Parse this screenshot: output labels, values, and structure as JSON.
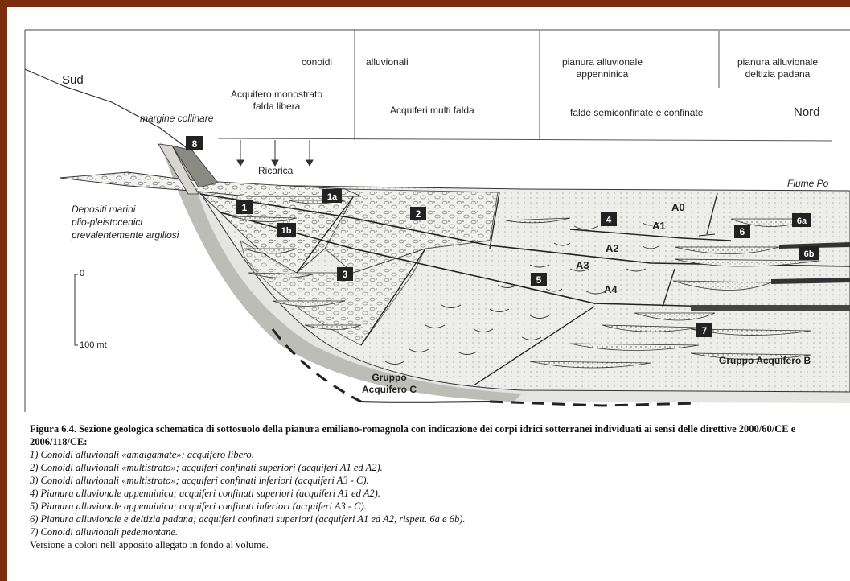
{
  "diagram": {
    "top_labels": {
      "sud": "Sud",
      "nord": "Nord",
      "conoidi": "conoidi",
      "alluvionali": "alluvionali",
      "pianura_app_1": "pianura alluvionale",
      "pianura_app_2": "appenninica",
      "pianura_delt_1": "pianura alluvionale",
      "pianura_delt_2": "deltizia padana",
      "acq_mono_1": "Acquifero monostrato",
      "acq_mono_2": "falda libera",
      "acq_multi": "Acquiferi multi falda",
      "falde": "falde semiconfinate e confinate",
      "margine": "margine collinare",
      "ricarica": "Ricarica",
      "fiume": "Fiume Po",
      "depositi_1": "Depositi marini",
      "depositi_2": "plio-pleistocenici",
      "depositi_3": "prevalentemente argillosi",
      "scale_0": "0",
      "scale_100": "100 mt",
      "gruppo_c_1": "Gruppo",
      "gruppo_c_2": "Acquifero C",
      "gruppo_b": "Gruppo Acquifero B"
    },
    "boxes": {
      "b8": "8",
      "b1": "1",
      "b1a": "1a",
      "b1b": "1b",
      "b2": "2",
      "b3": "3",
      "b4": "4",
      "b5": "5",
      "b6": "6",
      "b6a": "6a",
      "b6b": "6b",
      "b7": "7"
    },
    "aquifers": {
      "a0": "A0",
      "a1": "A1",
      "a2": "A2",
      "a3": "A3",
      "a4": "A4"
    }
  },
  "caption": {
    "title": "Figura 6.4. Sezione geologica schematica di sottosuolo della pianura emiliano-romagnola con indicazione dei corpi idrici sotterranei individuati ai sensi delle direttive 2000/60/CE e 2006/118/CE:",
    "items": [
      "1) Conoidi alluvionali «amalgamate»; acquifero libero.",
      "2) Conoidi alluvionali «multistrato»; acquiferi confinati superiori (acquiferi A1 ed A2).",
      "3) Conoidi alluvionali «multistrato»; acquiferi confinati inferiori (acquiferi A3 - C).",
      "4) Pianura alluvionale appenninica; acquiferi confinati superiori (acquiferi A1 ed A2).",
      "5) Pianura alluvionale appenninica; acquiferi confinati inferiori (acquiferi A3 - C).",
      "6) Pianura alluvionale e deltizia padana; acquiferi confinati superiori (acquiferi A1 ed A2, rispett. 6a e 6b).",
      "7) Conoidi alluvionali pedemontane."
    ],
    "note": "Versione a colori nell’apposito allegato in fondo al volume."
  }
}
